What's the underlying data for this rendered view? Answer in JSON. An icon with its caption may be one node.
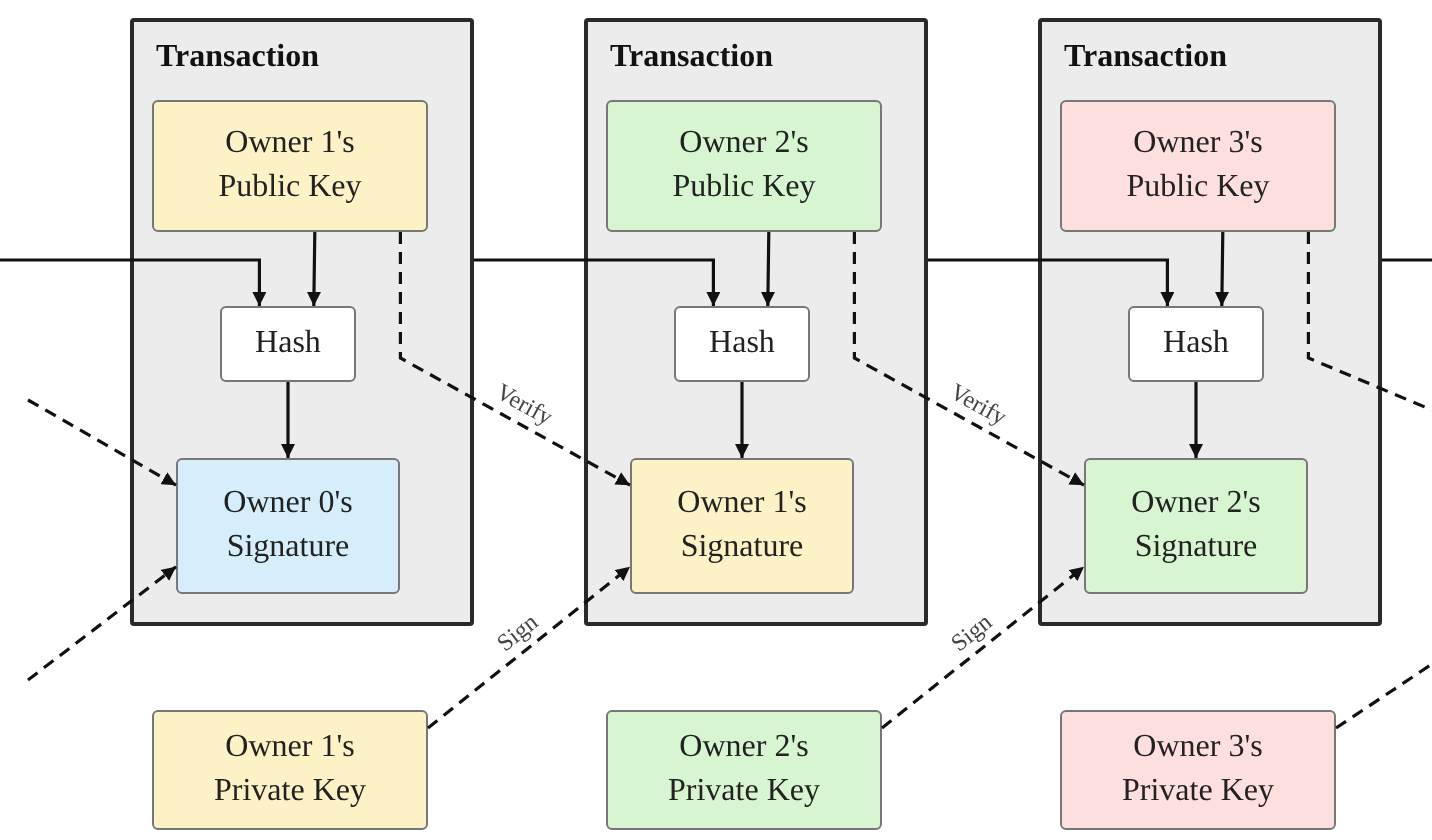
{
  "diagram": {
    "nodes": [
      {
        "text": [
          "Transaction"
        ]
      },
      {
        "text": [
          "Owner 1's Public Key"
        ],
        "in": 0
      },
      {
        "text": [
          "Hash"
        ],
        "in": 0
      },
      {
        "text": [
          "Owner 0's Signature"
        ],
        "in": 0
      },
      {
        "text": [
          "Transaction"
        ]
      },
      {
        "text": [
          "Owner 2's Public Key"
        ],
        "in": 4
      },
      {
        "text": [
          "Hash"
        ],
        "in": 4
      },
      {
        "text": [
          "Owner 1's Signature"
        ],
        "in": 4
      },
      {
        "text": [
          "Transaction"
        ]
      },
      {
        "text": [
          "Owner 3's Public Key"
        ],
        "in": 8
      },
      {
        "text": [
          "Hash"
        ],
        "in": 8
      },
      {
        "text": [
          "Owner 2's Signature"
        ],
        "in": 8
      },
      {
        "text": [
          "Owner 1's Private Key"
        ]
      },
      {
        "text": [
          "Owner 2's Private Key"
        ]
      },
      {
        "text": [
          "Owner 3's Private Key"
        ]
      }
    ],
    "edges": [
      {
        "from": null,
        "to": 2,
        "arrow": "to"
      },
      {
        "from": 1,
        "to": 2,
        "arrow": "to"
      },
      {
        "from": 2,
        "to": 3,
        "arrow": "to"
      },
      {
        "from": 1,
        "to": 7,
        "arrow": "to",
        "label": "Verify",
        "style": "dashed"
      },
      {
        "from": 12,
        "to": 7,
        "arrow": "to",
        "label": "Sign",
        "style": "dashed"
      },
      {
        "from": null,
        "to": 3,
        "arrow": "to",
        "style": "dashed"
      },
      {
        "from": null,
        "to": 3,
        "arrow": "to",
        "style": "dashed"
      },
      {
        "from": 0,
        "to": 6,
        "arrow": "to"
      },
      {
        "from": 5,
        "to": 6,
        "arrow": "to"
      },
      {
        "from": 6,
        "to": 7,
        "arrow": "to"
      },
      {
        "from": 5,
        "to": 11,
        "arrow": "to",
        "label": "Verify",
        "style": "dashed"
      },
      {
        "from": 13,
        "to": 11,
        "arrow": "to",
        "label": "Sign",
        "style": "dashed"
      },
      {
        "from": 4,
        "to": 10,
        "arrow": "to"
      },
      {
        "from": 9,
        "to": 10,
        "arrow": "to"
      },
      {
        "from": 10,
        "to": 11,
        "arrow": "to"
      },
      {
        "from": 8,
        "to": null,
        "arrow": "none"
      },
      {
        "from": 9,
        "to": null,
        "arrow": "none",
        "style": "dashed"
      },
      {
        "from": 14,
        "to": null,
        "arrow": "none",
        "style": "dashed"
      }
    ]
  }
}
